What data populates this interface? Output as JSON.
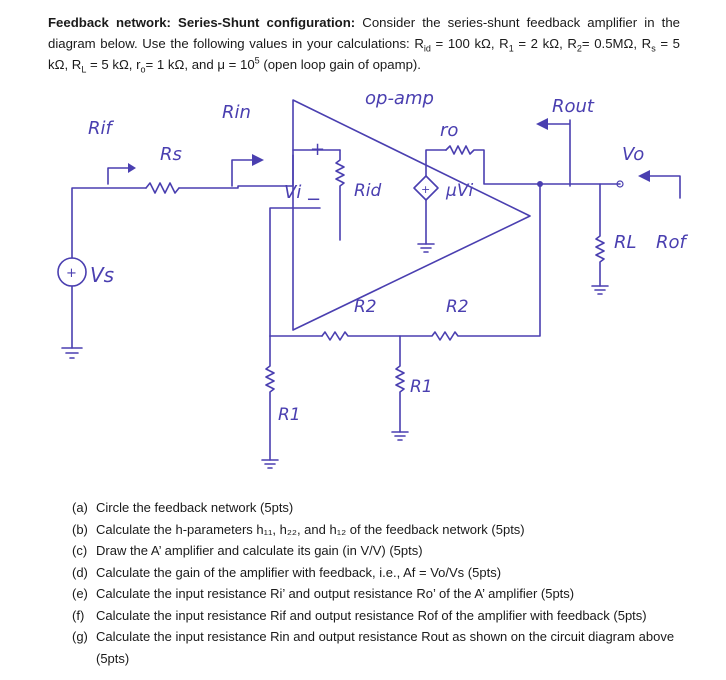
{
  "heading": {
    "title": "Feedback network: Series-Shunt configuration:",
    "line1_rest": " Consider the series-shunt feedback amplifier in the",
    "line2": "diagram below. Use the following values in your calculations: R",
    "line2_sub_id": "id",
    "line2_a": " = 100 kΩ, R",
    "sub_1": "1",
    "line2_b": " = 2 kΩ, R",
    "sub_2": "2",
    "line2_c": "= 0.5MΩ, R",
    "sub_s": "s",
    "line2_d": " = 5",
    "line3_a": "kΩ, R",
    "sub_L": "L",
    "line3_b": " = 5 kΩ,  r",
    "sub_o": "o",
    "line3_c": "= 1 kΩ, and μ = 10",
    "sup_5": "5",
    "line3_d": " (open loop gain of opamp)."
  },
  "diagram": {
    "labels": {
      "rif": "Rif",
      "rs": "Rs",
      "rin": "Rin",
      "opamp": "op-amp",
      "rout": "Rout",
      "ro": "ro",
      "vo": "Vo",
      "rl": "RL",
      "rof": "Rof",
      "plus": "+",
      "minus": "−",
      "vi": "Vi",
      "rid": "Rid",
      "source_plus": "+",
      "muvi": "μVi",
      "vs": "Vs",
      "r2_left": "R2",
      "r2_right": "R2",
      "r1_left": "R1",
      "r1_mid": "R1"
    }
  },
  "questions": [
    {
      "label": "(a)",
      "text": "Circle the feedback network (5pts)"
    },
    {
      "label": "(b)",
      "text": "Calculate the h-parameters h₁₁, h₂₂, and h₁₂ of the feedback network (5pts)"
    },
    {
      "label": "(c)",
      "text": "Draw the A’ amplifier and calculate its gain (in V/V)  (5pts)"
    },
    {
      "label": "(d)",
      "text": "Calculate the gain of the amplifier with feedback, i.e., Af = Vo/Vs (5pts)"
    },
    {
      "label": "(e)",
      "text": "Calculate the input resistance Ri’ and output resistance Ro’ of the A’ amplifier (5pts)"
    },
    {
      "label": "(f)",
      "text": "Calculate the input resistance Rif and output resistance Rof of the amplifier with feedback (5pts)"
    },
    {
      "label": "(g)",
      "text": "Calculate the input resistance Rin and output resistance Rout as shown on the circuit diagram above (5pts)"
    }
  ]
}
